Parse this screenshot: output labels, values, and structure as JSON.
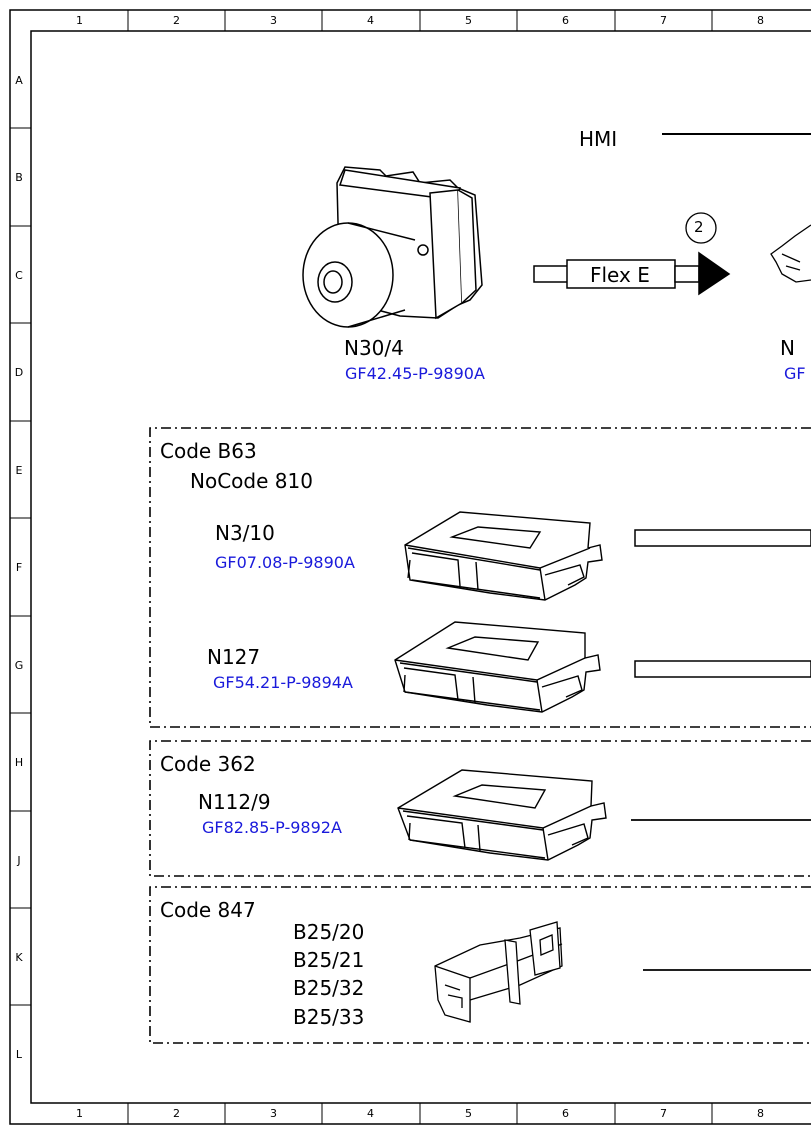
{
  "grid": {
    "columns": [
      "1",
      "2",
      "3",
      "4",
      "5",
      "6",
      "7",
      "8"
    ],
    "rows": [
      "A",
      "B",
      "C",
      "D",
      "E",
      "F",
      "G",
      "H",
      "J",
      "K",
      "L"
    ]
  },
  "top": {
    "hmi_label": "HMI",
    "connector_number": "2",
    "flex_label": "Flex E",
    "unit_left": {
      "name": "N30/4",
      "ref": "GF42.45-P-9890A"
    },
    "unit_right_partial": {
      "name": "N",
      "ref": "GF"
    }
  },
  "section_b63": {
    "code": "Code B63",
    "nocode": "NoCode 810",
    "units": [
      {
        "name": "N3/10",
        "ref": "GF07.08-P-9890A"
      },
      {
        "name": "N127",
        "ref": "GF54.21-P-9894A"
      }
    ]
  },
  "section_362": {
    "code": "Code 362",
    "unit": {
      "name": "N112/9",
      "ref": "GF82.85-P-9892A"
    }
  },
  "section_847": {
    "code": "Code 847",
    "sensors": [
      "B25/20",
      "B25/21",
      "B25/32",
      "B25/33"
    ]
  },
  "colors": {
    "link": "#1a1adb",
    "line": "#000000"
  }
}
